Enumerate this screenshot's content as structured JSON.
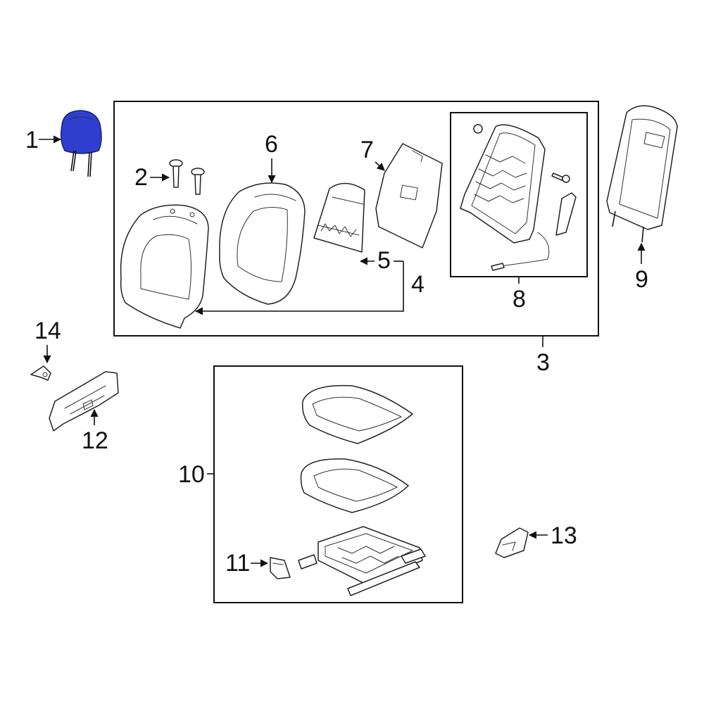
{
  "colors": {
    "highlight_fill": "#2e3fcf",
    "highlight_stroke": "#1a1f6e",
    "line": "#111111",
    "background": "#ffffff"
  },
  "callouts": {
    "c1": "1",
    "c2": "2",
    "c3": "3",
    "c4": "4",
    "c5": "5",
    "c6": "6",
    "c7": "7",
    "c8": "8",
    "c9": "9",
    "c10": "10",
    "c11": "11",
    "c12": "12",
    "c13": "13",
    "c14": "14"
  },
  "highlighted_part": "1"
}
